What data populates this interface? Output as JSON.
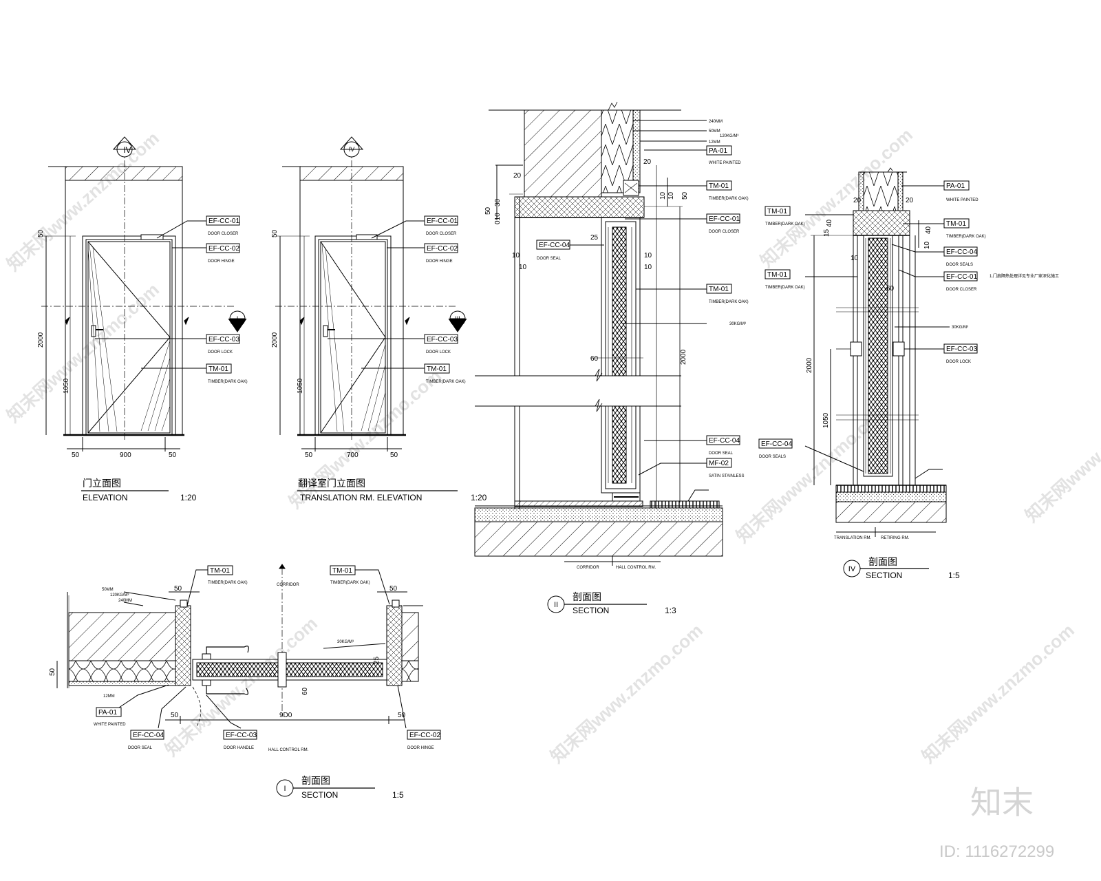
{
  "codes": {
    "ef_cc_01": "EF-CC-01",
    "ef_cc_02": "EF-CC-02",
    "ef_cc_03": "EF-CC-03",
    "ef_cc_04": "EF-CC-04",
    "tm_01": "TM-01",
    "pa_01": "PA-01",
    "mf_02": "MF-02"
  },
  "descriptions": {
    "door_closer": "DOOR CLOSER",
    "door_hinge": "DOOR HINGE",
    "door_lock": "DOOR LOCK",
    "timber": "TIMBER(DARK OAK)",
    "door_seal": "DOOR SEAL",
    "door_seals": "DOOR SEALS",
    "white_painted": "WHITE PAINTED",
    "satin_stainless": "SATIN STAINLESS",
    "door_handle": "DOOR HANDLE"
  },
  "areas": {
    "corridor": "CORRIDOR",
    "hall_control_rm": "HALL CONTROL RM.",
    "translation_rm": "TRANSLATION RM.",
    "retiring_rm": "RETIRING RM."
  },
  "wall_notes": {
    "n240": "240MM",
    "n50": "50MM",
    "n120": "120KG/M³",
    "n12": "12MM",
    "n30": "30KG/M³"
  },
  "section_marks": {
    "i": "I",
    "ii": "II",
    "iii": "III",
    "iv": "IV"
  },
  "dims": {
    "d50": "50",
    "d900": "900",
    "d700": "700",
    "d2000": "2000",
    "d1050": "1050",
    "d20": "20",
    "d30": "30",
    "d10": "10",
    "d010": "010",
    "d25": "25",
    "d60": "60",
    "d40": "40",
    "d15": "15",
    "d9d0": "9D0"
  },
  "titles": {
    "elev1_cn": "门立面图",
    "elev1_en": "ELEVATION",
    "elev1_scale": "1:20",
    "elev2_cn": "翻译室门立面图",
    "elev2_en": "TRANSLATION  RM.  ELEVATION",
    "elev2_scale": "1:20",
    "sec1_cn": "剖面图",
    "sec1_en": "SECTION",
    "sec1_scale": "1:5",
    "sec2_cn": "剖面图",
    "sec2_en": "SECTION",
    "sec2_scale": "1:3",
    "sec4_cn": "剖面图",
    "sec4_en": "SECTION",
    "sec4_scale": "1:5"
  },
  "sec4_note": "1.门扇隔热处理详见专业厂家深化施工",
  "watermark": {
    "text": "知末网www.znzmo.com",
    "logo": "知末",
    "id": "ID: 1116272299"
  }
}
